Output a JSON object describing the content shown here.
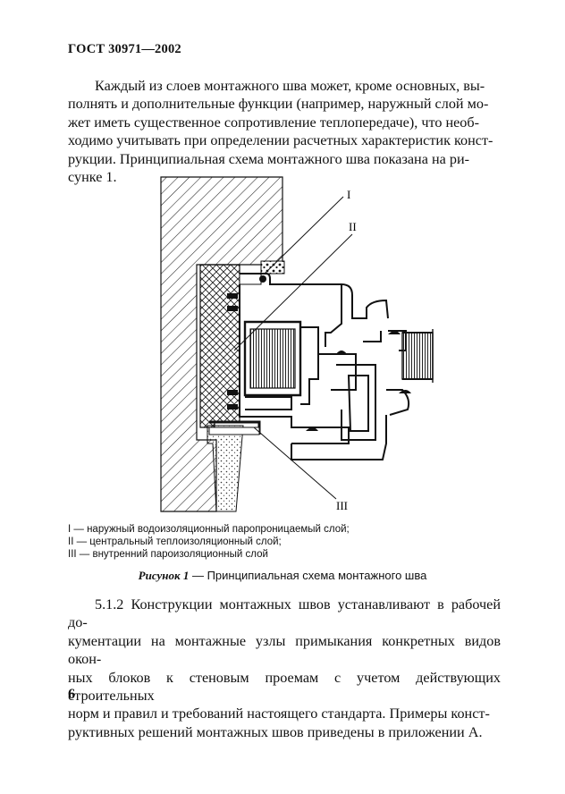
{
  "header": {
    "code": "ГОСТ 30971—2002"
  },
  "paragraph1": {
    "lines": [
      "Каждый из слоев монтажного шва может, кроме основных, вы-",
      "полнять и дополнительные функции (например, наружный слой мо-",
      "жет иметь существенное сопротивление теплопередаче), что необ-",
      "ходимо учитывать при определении расчетных характеристик конст-",
      "рукции. Принципиальная схема монтажного шва показана на ри-",
      "сунке 1."
    ]
  },
  "figure": {
    "callouts": {
      "I": "I",
      "II": "II",
      "III": "III"
    },
    "legend": [
      "I — наружный водоизоляционный паропроницаемый слой;",
      "II — центральный теплоизоляционный слой;",
      "III — внутренний пароизоляционный слой"
    ],
    "caption_label": "Рисунок 1",
    "caption_text": " — Принципиальная схема монтажного шва"
  },
  "paragraph2": {
    "lines": [
      "5.1.2 Конструкции монтажных швов устанавливают в рабочей до-",
      "кументации на монтажные узлы примыкания конкретных видов окон-",
      "ных блоков к стеновым проемам с учетом действующих строительных",
      "норм и правил и требований настоящего стандарта. Примеры конст-",
      "руктивных решений монтажных швов приведены в приложении А."
    ]
  },
  "page_number": "6"
}
